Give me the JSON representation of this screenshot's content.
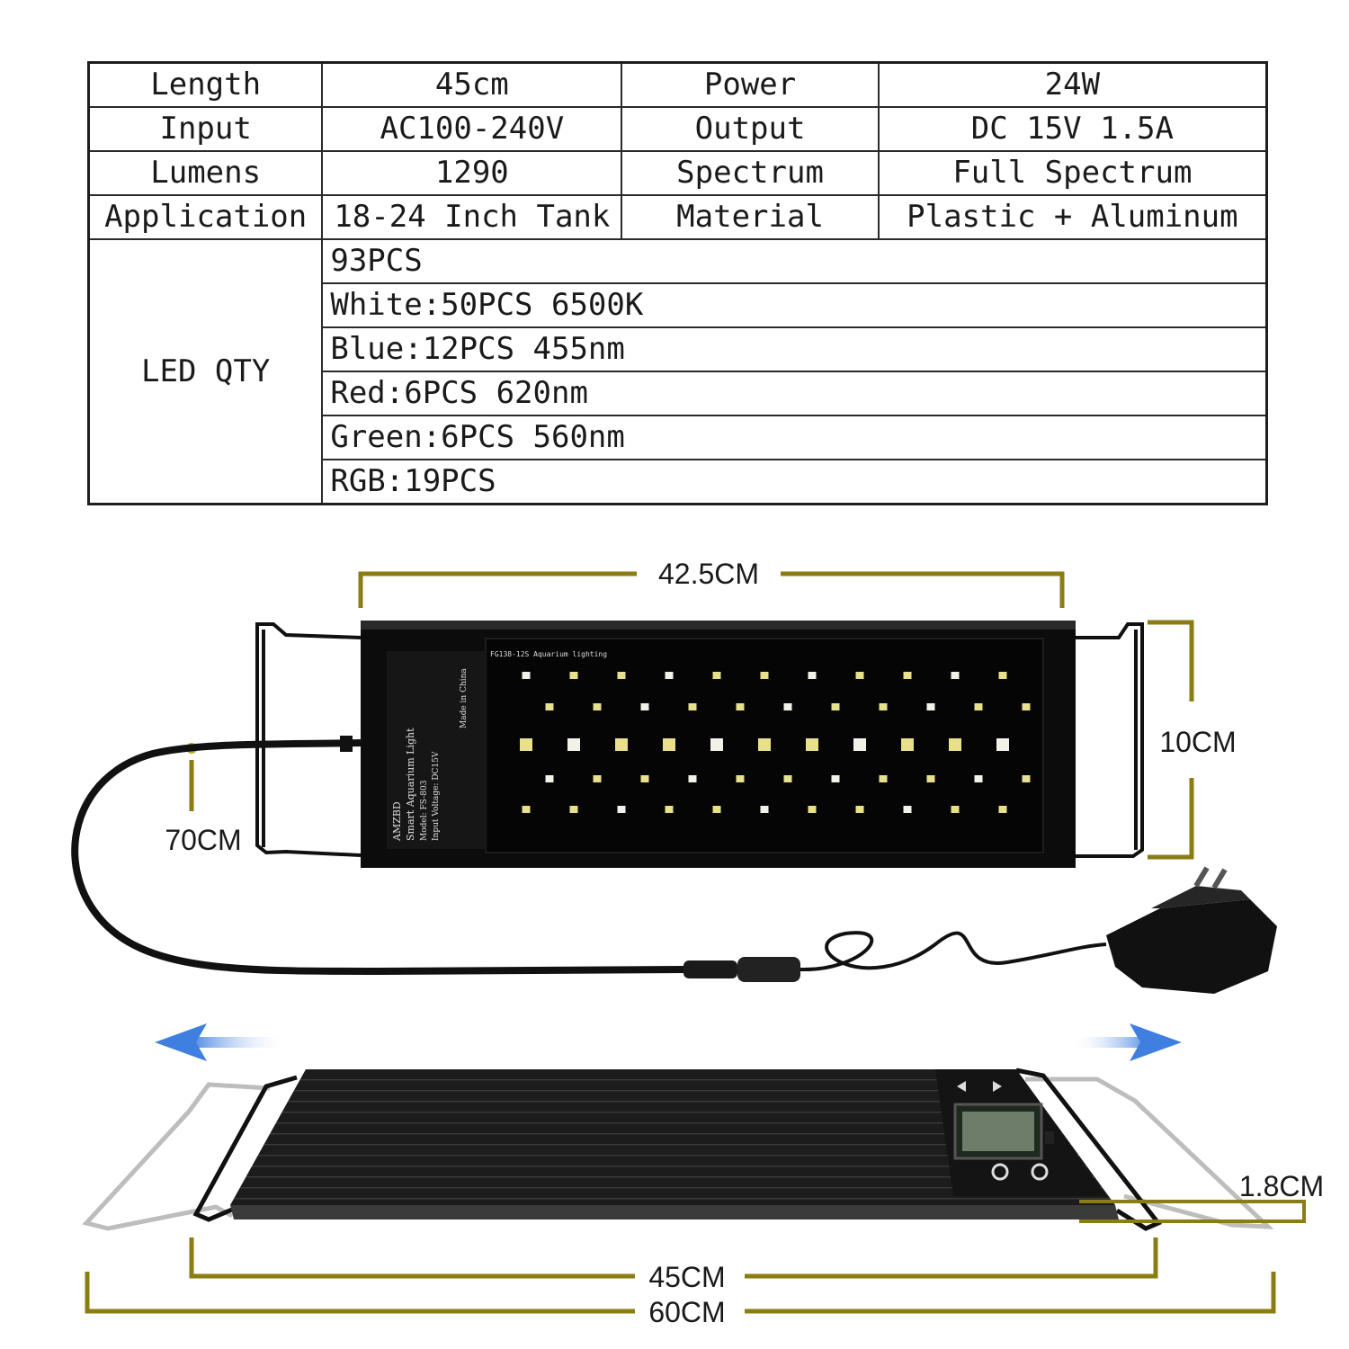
{
  "specs": {
    "rows": [
      {
        "k1": "Length",
        "v1": "45cm",
        "k2": "Power",
        "v2": "24W"
      },
      {
        "k1": "Input",
        "v1": "AC100-240V",
        "k2": "Output",
        "v2": "DC 15V 1.5A"
      },
      {
        "k1": "Lumens",
        "v1": "1290",
        "k2": "Spectrum",
        "v2": "Full Spectrum"
      },
      {
        "k1": "Application",
        "v1": "18-24 Inch Tank",
        "k2": "Material",
        "v2": "Plastic + Aluminum"
      }
    ],
    "led_label": "LED QTY",
    "led_items": [
      "93PCS",
      "White:50PCS 6500K",
      "Blue:12PCS 455nm",
      "Red:6PCS 620nm",
      "Green:6PCS 560nm",
      "RGB:19PCS"
    ]
  },
  "dimensions": {
    "top_width": "42.5CM",
    "height": "10CM",
    "cable": "70CM",
    "thickness": "1.8CM",
    "body_width": "45CM",
    "max_width": "60CM"
  },
  "label_panel": {
    "brand": "AMZBD",
    "product": "Smart Aquarium Light",
    "model": "Model: FS-803",
    "voltage": "Input Voltage: DC15V",
    "origin": "Made in China"
  },
  "board_marking": "FG138-12S Aquarium lighting",
  "colors": {
    "dimension_line": "#8a7d14",
    "arrow": "#4a86e0",
    "housing": "#0c0c0c"
  }
}
